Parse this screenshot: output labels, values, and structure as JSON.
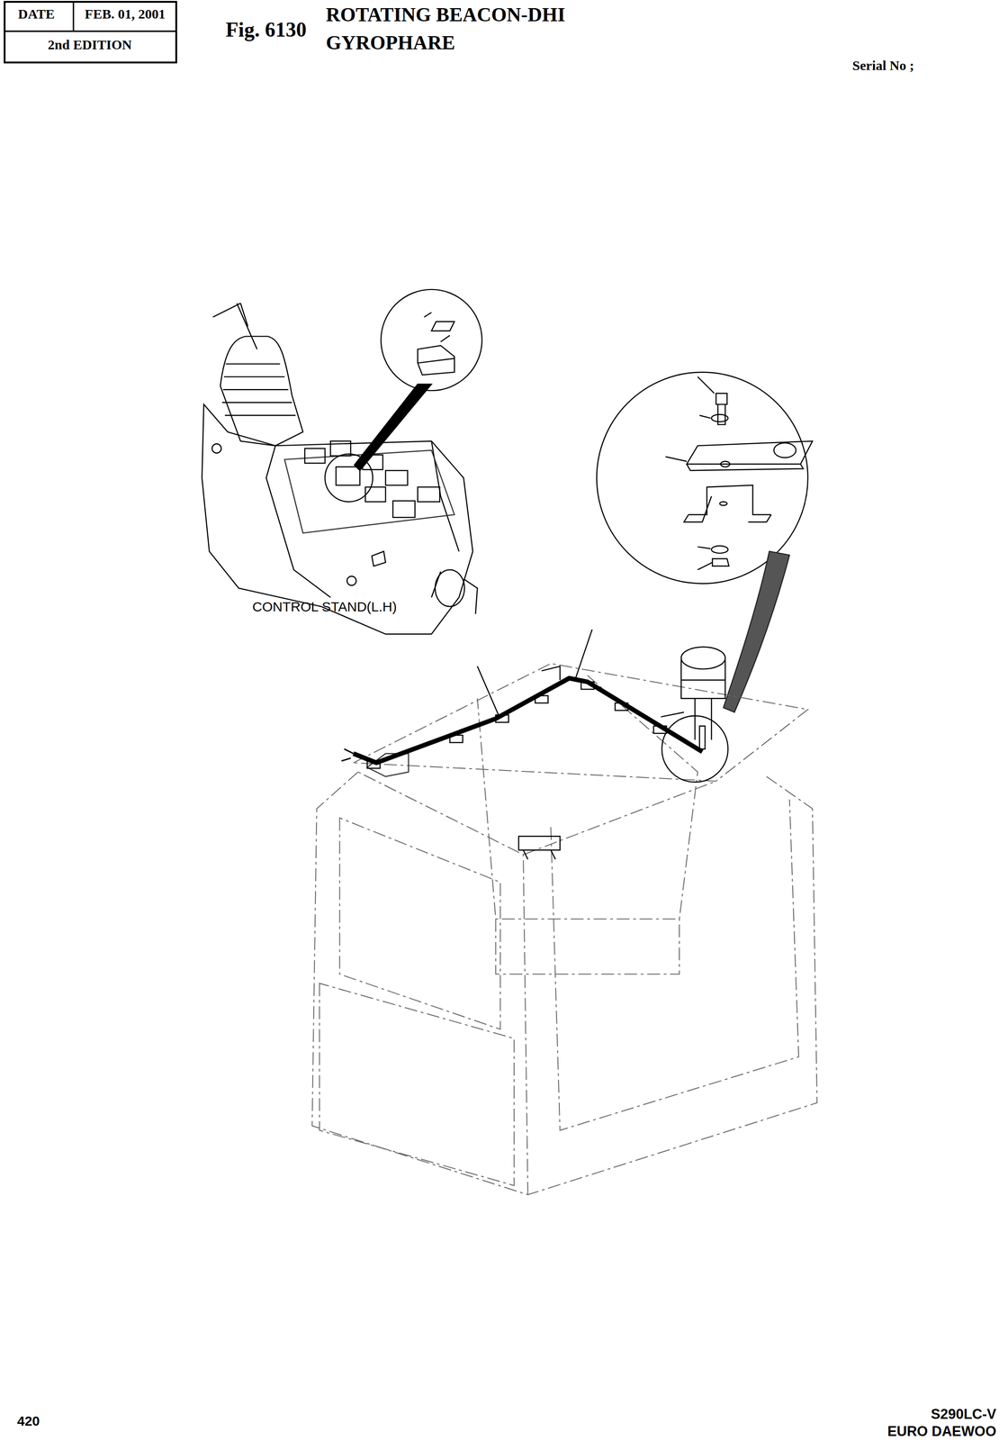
{
  "diagram": {
    "title": "ROTATING BEACON-DHI GYROPHARE",
    "labels": [
      "DATE",
      "FEB. 01, 2001",
      "2nd EDITION",
      "Fig. 6130",
      "Serial No ;",
      "CONTROL STAND(L.H)",
      "420",
      "S290LC-V",
      "EURO DAEWOO"
    ]
  }
}
